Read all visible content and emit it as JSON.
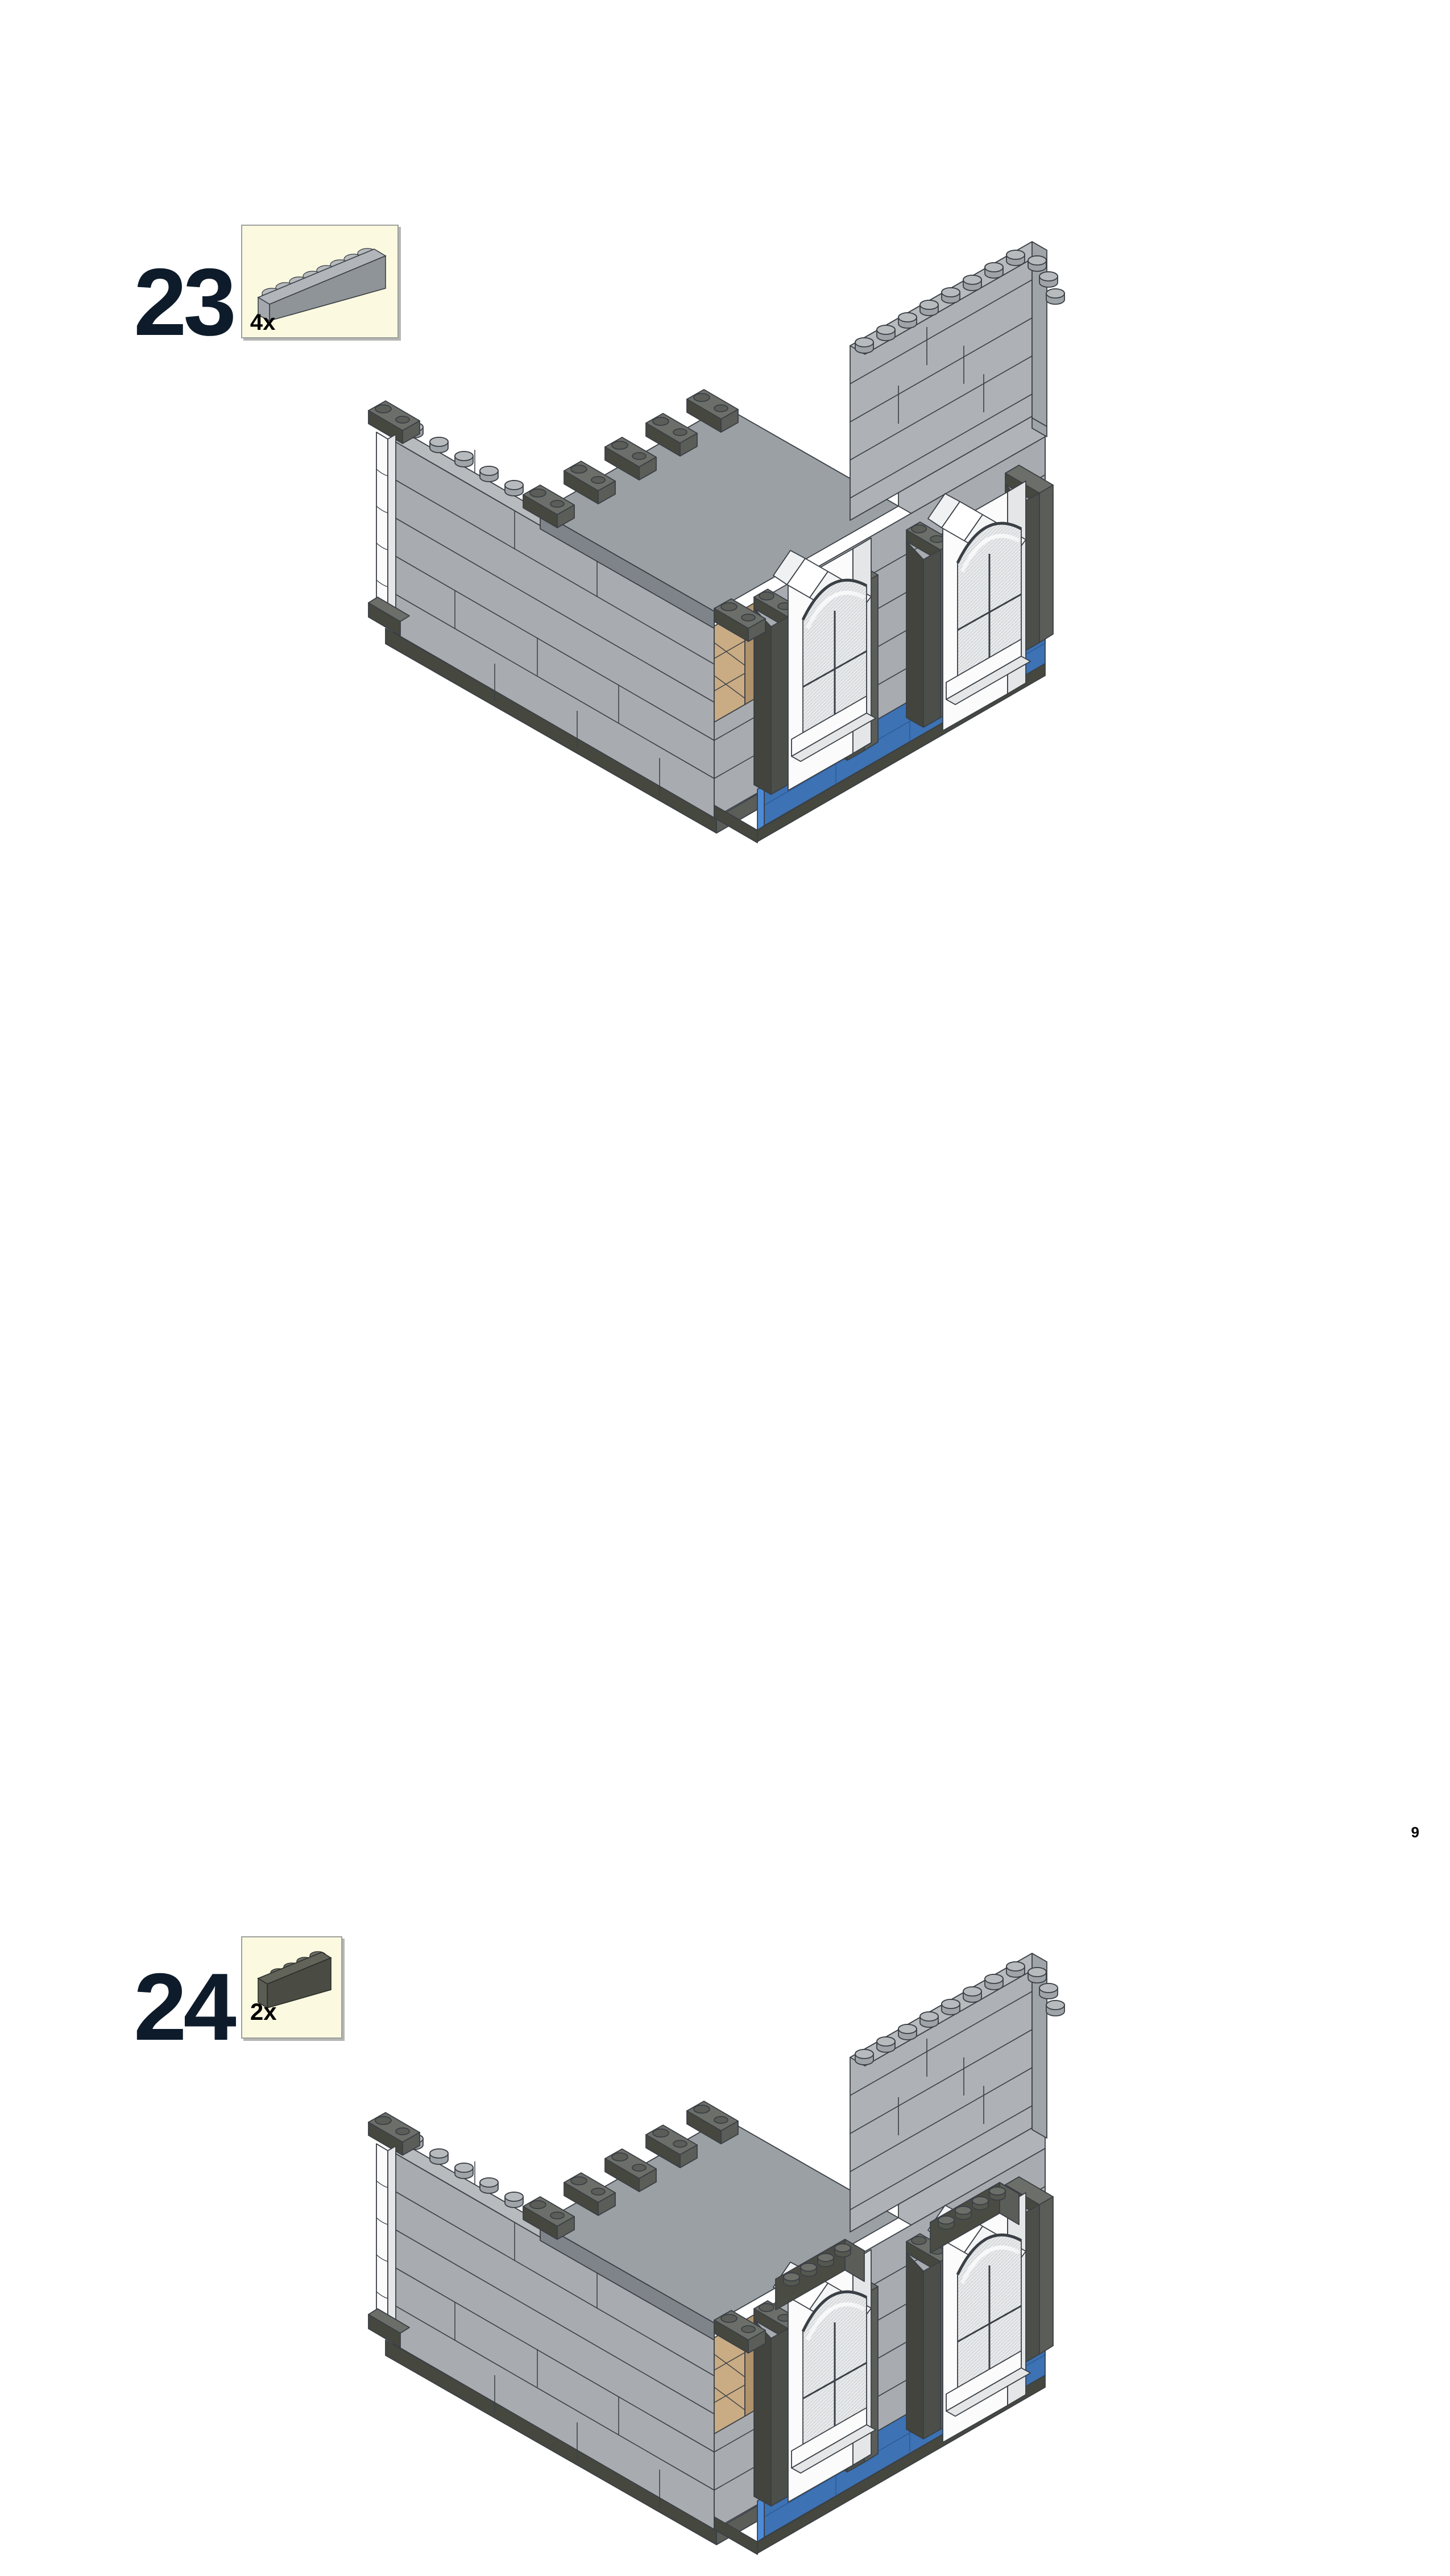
{
  "page": {
    "page_number": "9",
    "document_type": "lego-building-instructions",
    "background_color": "#ffffff"
  },
  "palette": {
    "step_number_color": "#0d1b2a",
    "parts_box_fill": "#fbf9e0",
    "parts_box_border": "#9ea09b",
    "light_bluish_gray": "#a8acb0",
    "light_bluish_gray_top": "#b7bbbe",
    "light_bluish_gray_dark": "#8f9498",
    "dark_bluish_gray": "#5a5d58",
    "dark_bluish_gray_top": "#6c6f69",
    "dark_bluish_gray_dark": "#46483f",
    "white": "#fbfbfb",
    "white_shade": "#e4e6e8",
    "blue": "#3d72b4",
    "blue_light": "#4d8ad6",
    "blue_dark": "#2f5d96",
    "tan": "#c9ab84",
    "tan_dark": "#b0936d",
    "outline": "#3a3f45"
  },
  "steps": [
    {
      "id": "step-23",
      "number": "23",
      "part": {
        "name": "brick-1x8",
        "description": "Brick 1 x 8",
        "color_name": "Light Bluish Gray",
        "color_hex": "#a8acb0",
        "studs": 8,
        "quantity_label": "4x",
        "quantity": 4
      },
      "model": {
        "description": "Partially built grey brick building shell with two white arched windows, dark grey sloped roof wedges and a blue base course",
        "callout": ""
      }
    },
    {
      "id": "step-24",
      "number": "24",
      "part": {
        "name": "brick-1x4",
        "description": "Brick 1 x 4",
        "color_name": "Dark Bluish Gray",
        "color_hex": "#5a5d58",
        "studs": 4,
        "quantity_label": "2x",
        "quantity": 2
      },
      "model": {
        "description": "Same building shell as step 23 with two dark grey 1x4 bricks added as lintels above the two arched windows",
        "callout": ""
      }
    }
  ]
}
